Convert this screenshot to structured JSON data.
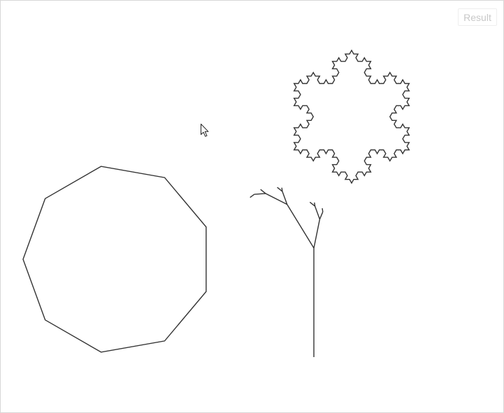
{
  "result_tab": {
    "label": "Result"
  },
  "canvas": {
    "background": "#ffffff",
    "stroke_color": "#333333",
    "shapes": [
      "polygon",
      "fractal-tree",
      "koch-snowflake"
    ]
  },
  "cursor": {
    "icon": "arrow-cursor-icon"
  }
}
